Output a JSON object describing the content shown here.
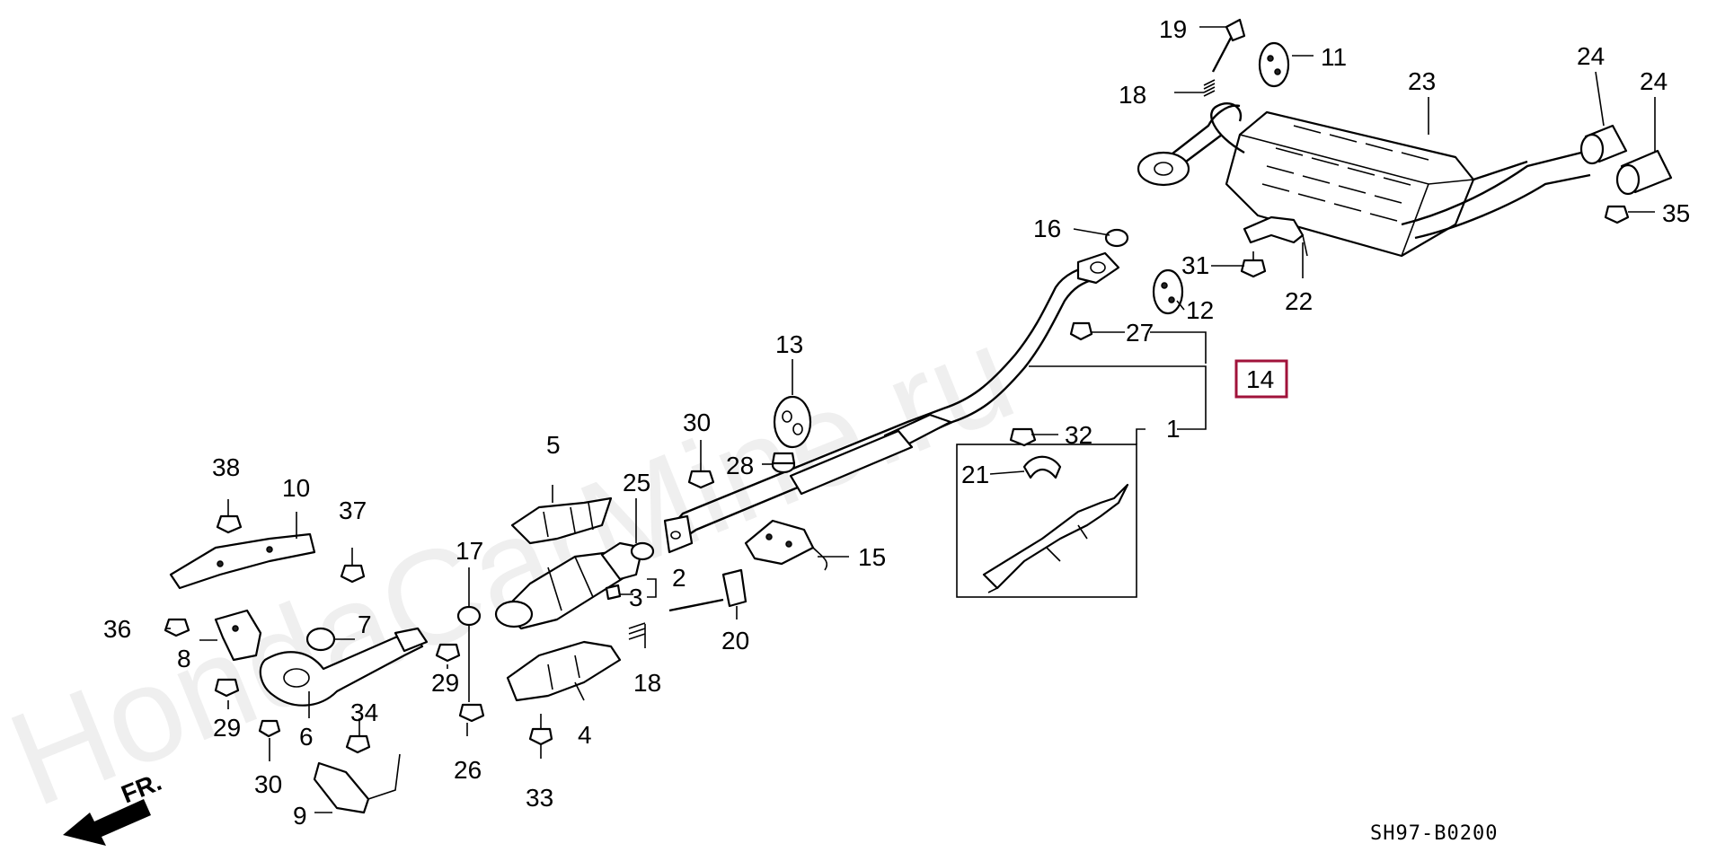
{
  "watermark": "HondaCarMine.ru",
  "diagram_code": "SH97-B0200",
  "front_marker": "FR.",
  "highlight_color": "#a0123a",
  "highlighted_part": "14",
  "callouts": [
    {
      "id": "c1",
      "label": "1"
    },
    {
      "id": "c2",
      "label": "2"
    },
    {
      "id": "c3",
      "label": "3"
    },
    {
      "id": "c4",
      "label": "4"
    },
    {
      "id": "c5",
      "label": "5"
    },
    {
      "id": "c6",
      "label": "6"
    },
    {
      "id": "c7",
      "label": "7"
    },
    {
      "id": "c8",
      "label": "8"
    },
    {
      "id": "c9",
      "label": "9"
    },
    {
      "id": "c10",
      "label": "10"
    },
    {
      "id": "c11",
      "label": "11"
    },
    {
      "id": "c12",
      "label": "12"
    },
    {
      "id": "c13",
      "label": "13"
    },
    {
      "id": "c14",
      "label": "14"
    },
    {
      "id": "c15",
      "label": "15"
    },
    {
      "id": "c16",
      "label": "16"
    },
    {
      "id": "c17",
      "label": "17"
    },
    {
      "id": "c18a",
      "label": "18"
    },
    {
      "id": "c18b",
      "label": "18"
    },
    {
      "id": "c19",
      "label": "19"
    },
    {
      "id": "c20",
      "label": "20"
    },
    {
      "id": "c21",
      "label": "21"
    },
    {
      "id": "c22",
      "label": "22"
    },
    {
      "id": "c23",
      "label": "23"
    },
    {
      "id": "c24a",
      "label": "24"
    },
    {
      "id": "c24b",
      "label": "24"
    },
    {
      "id": "c25",
      "label": "25"
    },
    {
      "id": "c26",
      "label": "26"
    },
    {
      "id": "c27",
      "label": "27"
    },
    {
      "id": "c28",
      "label": "28"
    },
    {
      "id": "c29a",
      "label": "29"
    },
    {
      "id": "c29b",
      "label": "29"
    },
    {
      "id": "c30a",
      "label": "30"
    },
    {
      "id": "c30b",
      "label": "30"
    },
    {
      "id": "c31",
      "label": "31"
    },
    {
      "id": "c32",
      "label": "32"
    },
    {
      "id": "c33",
      "label": "33"
    },
    {
      "id": "c34",
      "label": "34"
    },
    {
      "id": "c35",
      "label": "35"
    },
    {
      "id": "c36",
      "label": "36"
    },
    {
      "id": "c37",
      "label": "37"
    },
    {
      "id": "c38",
      "label": "38"
    }
  ]
}
